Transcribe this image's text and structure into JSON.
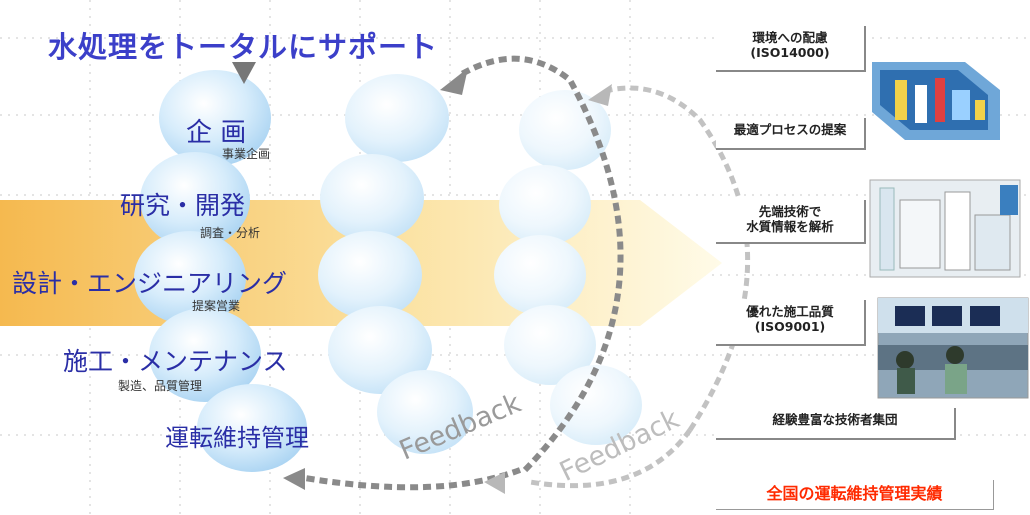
{
  "title": "水処理をトータルにサポート",
  "stages": [
    {
      "label": "企 画",
      "sub": "事業企画"
    },
    {
      "label": "研究・開発",
      "sub": "調査・分析"
    },
    {
      "label": "設計・エンジニアリング",
      "sub": "提案営業"
    },
    {
      "label": "施工・メンテナンス",
      "sub": "製造、品質管理"
    },
    {
      "label": "運転維持管理",
      "sub": ""
    }
  ],
  "feedback": [
    "Feedback",
    "Feedback"
  ],
  "cards": [
    {
      "line1": "環境への配慮",
      "line2": "(ISO14000)"
    },
    {
      "line1": "最適プロセスの提案",
      "line2": ""
    },
    {
      "line1": "先端技術で",
      "line2": "水質情報を解析"
    },
    {
      "line1": "優れた施工品質",
      "line2": "(ISO9001)"
    },
    {
      "line1": "経験豊富な技術者集団",
      "line2": ""
    }
  ],
  "result_label": "全国の運転維持管理実績",
  "colors": {
    "title": "#3b3fc9",
    "stage_text": "#2a2ea6",
    "result": "#ff2a00",
    "arrow_band": "#f6c36b"
  },
  "icons": [
    "plant-cutaway-image",
    "lab-equipment-image",
    "control-room-image"
  ]
}
